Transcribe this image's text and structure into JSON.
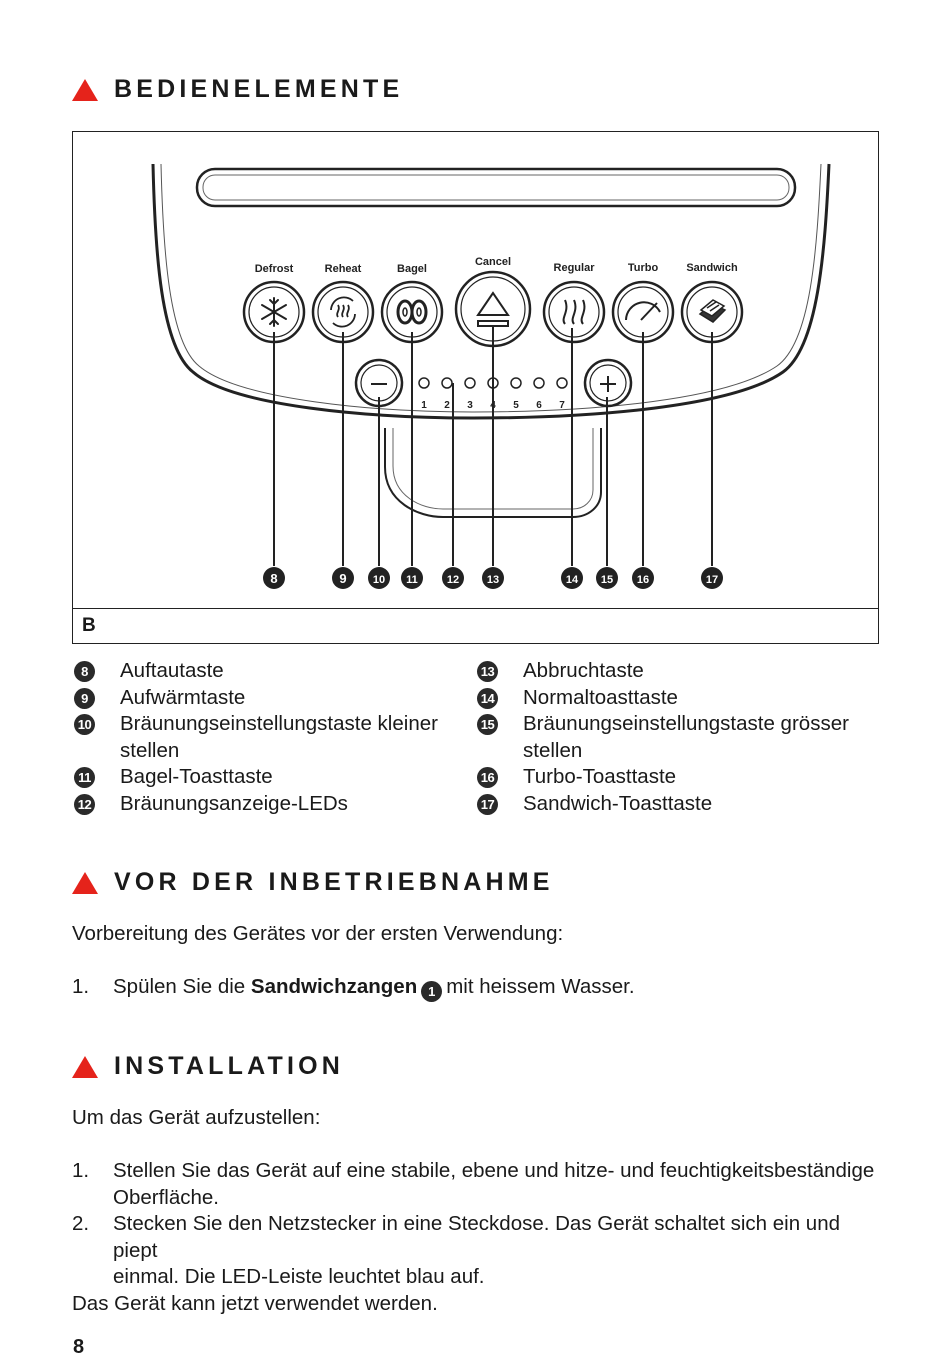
{
  "section_controls": {
    "title": "BEDIENELEMENTE"
  },
  "figure": {
    "caption": "B",
    "button_labels": {
      "defrost": "Defrost",
      "reheat": "Reheat",
      "bagel": "Bagel",
      "cancel": "Cancel",
      "regular": "Regular",
      "turbo": "Turbo",
      "sandwich": "Sandwich"
    },
    "led_numbers": [
      "1",
      "2",
      "3",
      "4",
      "5",
      "6",
      "7"
    ],
    "callouts": [
      "8",
      "9",
      "10",
      "11",
      "12",
      "13",
      "14",
      "15",
      "16",
      "17"
    ]
  },
  "legend": {
    "left": [
      {
        "num": "8",
        "text": "Auftautaste"
      },
      {
        "num": "9",
        "text": "Aufwärmtaste"
      },
      {
        "num": "10",
        "text": "Bräunungseinstellungstaste kleiner",
        "cont": "stellen"
      },
      {
        "num": "11",
        "text": "Bagel-Toasttaste"
      },
      {
        "num": "12",
        "text": "Bräunungsanzeige-LEDs"
      }
    ],
    "right": [
      {
        "num": "13",
        "text": "Abbruchtaste"
      },
      {
        "num": "14",
        "text": "Normaltoasttaste"
      },
      {
        "num": "15",
        "text": "Bräunungseinstellungstaste grösser",
        "cont": "stellen"
      },
      {
        "num": "16",
        "text": "Turbo-Toasttaste"
      },
      {
        "num": "17",
        "text": "Sandwich-Toasttaste"
      }
    ]
  },
  "section_before_use": {
    "title": "VOR DER INBETRIEBNAHME",
    "intro": "Vorbereitung des Gerätes vor der ersten Verwendung:",
    "step1_index": "1.",
    "step1_pre": "Spülen Sie die",
    "step1_bold": "Sandwichzangen",
    "step1_ref": "1",
    "step1_post": "mit heissem Wasser."
  },
  "section_install": {
    "title": "INSTALLATION",
    "intro": "Um das Gerät aufzustellen:",
    "steps": [
      {
        "index": "1.",
        "line1": "Stellen Sie das Gerät auf eine stabile, ebene und hitze- und feuchtigkeitsbeständige",
        "line2": "Oberfläche."
      },
      {
        "index": "2.",
        "line1": "Stecken Sie den Netzstecker in eine Steckdose. Das Gerät schaltet sich ein und piept",
        "line2": "einmal. Die LED-Leiste leuchtet blau auf."
      }
    ],
    "outro": "Das Gerät kann jetzt verwendet werden."
  },
  "page_number": "8",
  "colors": {
    "accent_triangle": "#e5231b",
    "text": "#1a1a1a",
    "badge": "#2a2a2a"
  },
  "icons": {
    "defrost": "snowflake-icon",
    "reheat": "reheat-steam-icon",
    "bagel": "bagel-icon",
    "cancel": "eject-icon",
    "regular": "steam-icon",
    "turbo": "gauge-icon",
    "sandwich": "sandwich-icon"
  }
}
